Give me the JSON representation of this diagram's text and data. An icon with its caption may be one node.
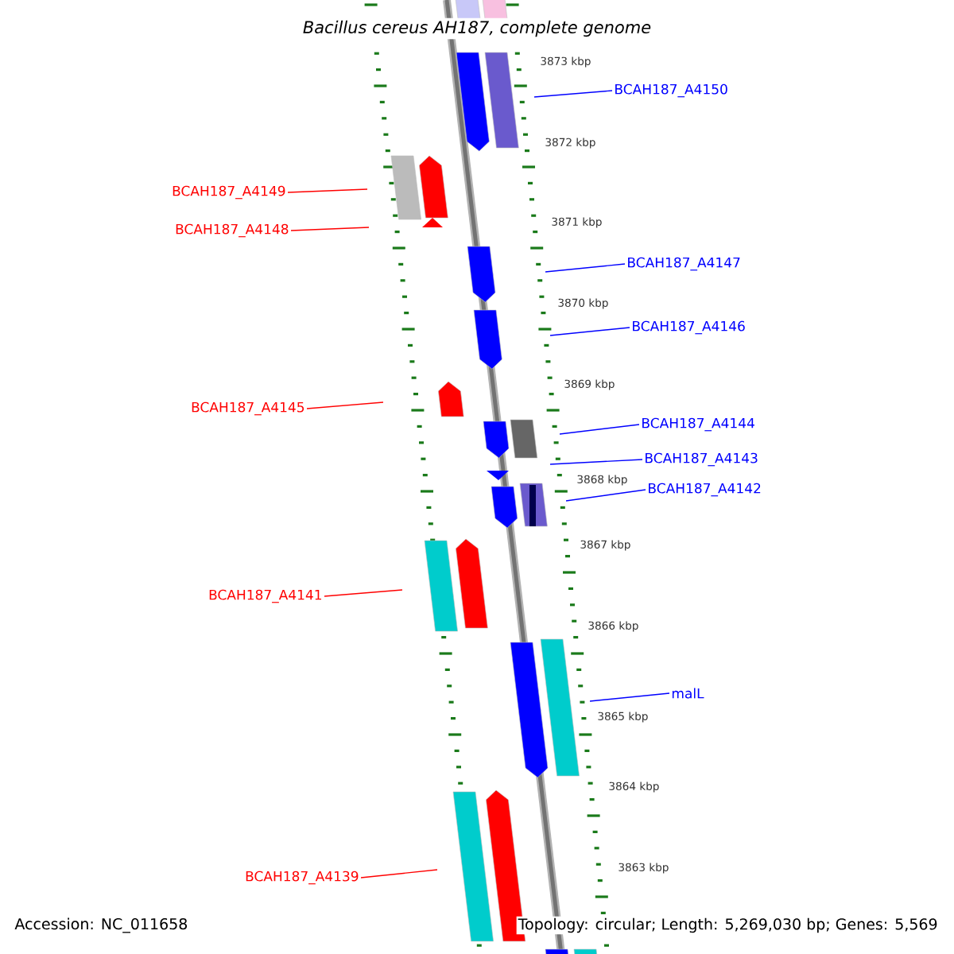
{
  "diagram": {
    "title": "Bacillus cereus AH187, complete genome",
    "nodes": [
      {
        "text": [
          "BCAH187_A4150"
        ]
      },
      {
        "text": [
          "BCAH187_A4149"
        ]
      },
      {
        "text": [
          "BCAH187_A4148"
        ]
      },
      {
        "text": [
          "BCAH187_A4147"
        ]
      },
      {
        "text": [
          "BCAH187_A4146"
        ]
      },
      {
        "text": [
          "BCAH187_A4145"
        ]
      },
      {
        "text": [
          "BCAH187_A4144"
        ]
      },
      {
        "text": [
          "BCAH187_A4143"
        ]
      },
      {
        "text": [
          "BCAH187_A4142"
        ]
      },
      {
        "text": [
          "BCAH187_A4141"
        ]
      },
      {
        "text": [
          "malL"
        ]
      },
      {
        "text": [
          "BCAH187_A4139"
        ]
      }
    ],
    "edges": [
      {
        "from": 0,
        "to": null,
        "arrow": "none"
      },
      {
        "from": 1,
        "to": null,
        "arrow": "none",
        "color": "#ff0000"
      },
      {
        "from": 2,
        "to": null,
        "arrow": "none",
        "color": "#ff0000"
      },
      {
        "from": 3,
        "to": null,
        "arrow": "none"
      },
      {
        "from": 4,
        "to": null,
        "arrow": "none"
      },
      {
        "from": 5,
        "to": null,
        "arrow": "none",
        "color": "#ff0000"
      },
      {
        "from": 6,
        "to": null,
        "arrow": "none"
      },
      {
        "from": 7,
        "to": null,
        "arrow": "none"
      },
      {
        "from": 8,
        "to": null,
        "arrow": "none"
      },
      {
        "from": 9,
        "to": null,
        "arrow": "none",
        "color": "#ff0000"
      },
      {
        "from": 10,
        "to": null,
        "arrow": "none"
      },
      {
        "from": 11,
        "to": null,
        "arrow": "none",
        "color": "#ff0000"
      }
    ],
    "labels": [
      "3873 kbp",
      "3872 kbp",
      "3871 kbp",
      "3870 kbp",
      "3869 kbp",
      "3868 kbp",
      "3867 kbp",
      "3866 kbp",
      "3865 kbp",
      "3864 kbp",
      "3863 kbp",
      "Accession: NC_011658",
      "Topology: circular; Length: 5,269,030 bp; Genes: 5,569"
    ]
  }
}
